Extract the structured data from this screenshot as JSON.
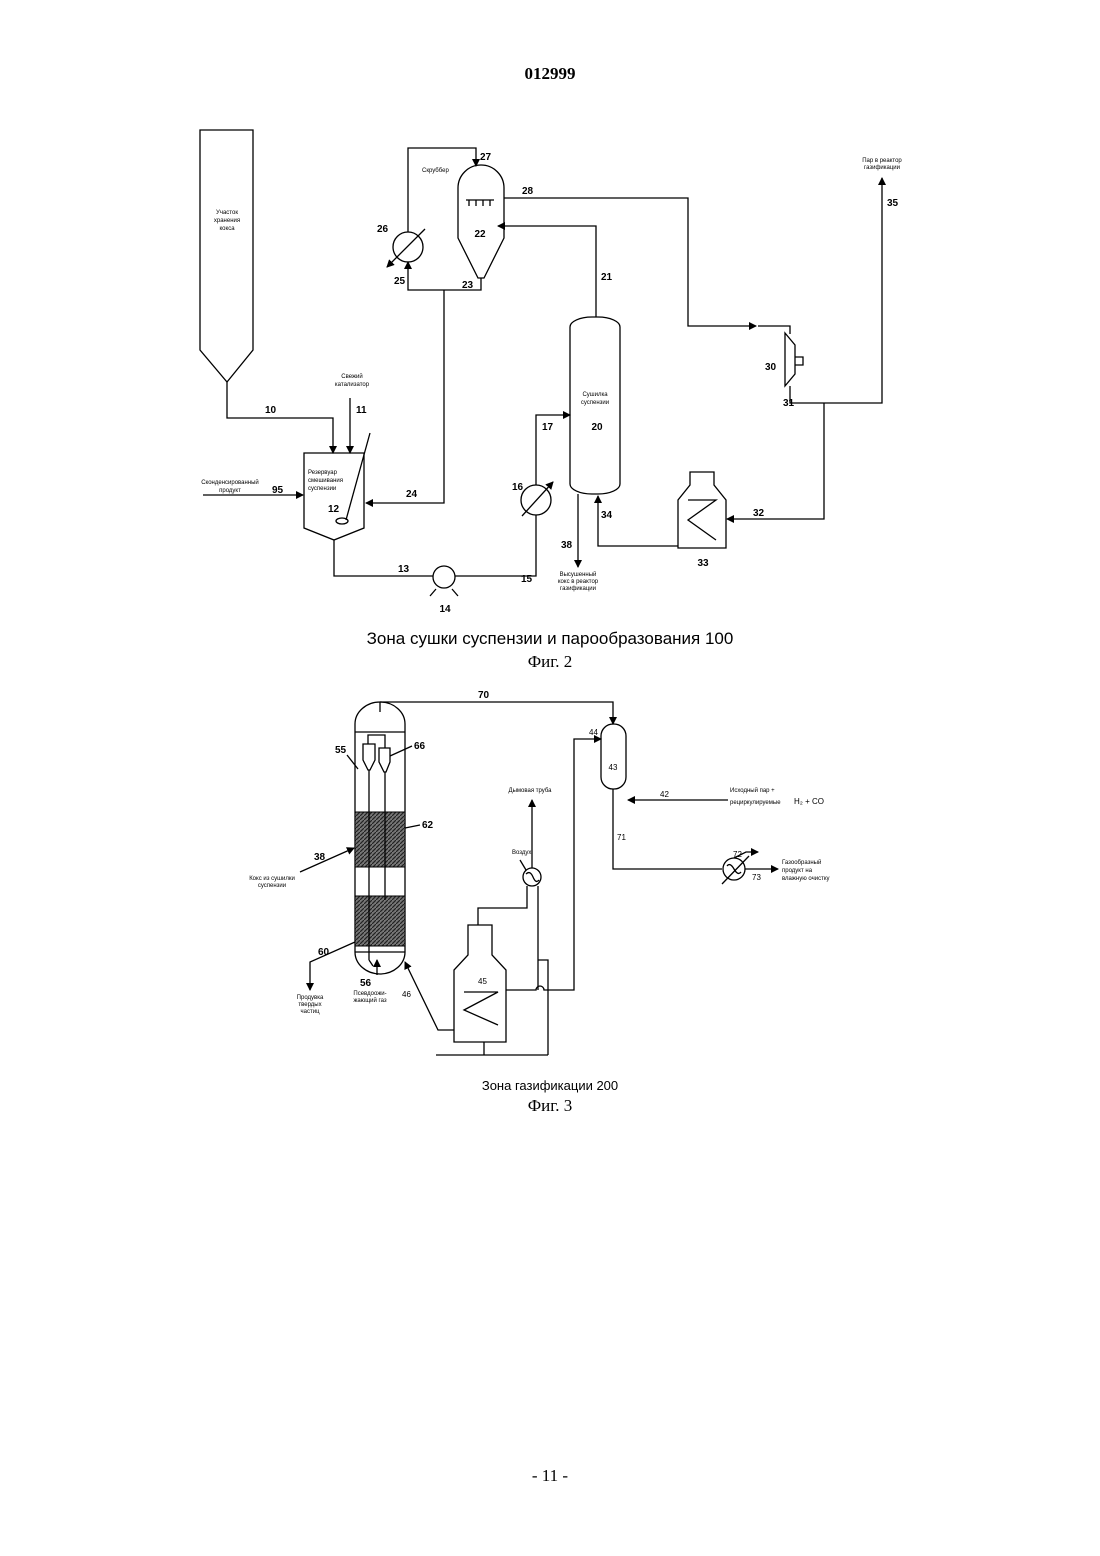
{
  "header": {
    "doc_number": "012999"
  },
  "footer": {
    "page_number": "- 11 -"
  },
  "fig2": {
    "caption": "Зона сушки суспензии и парообразования 100",
    "label": "Фиг. 2",
    "text": {
      "storage": [
        "Участок",
        "хранения",
        "кокса"
      ],
      "scrubber": "Скруббер",
      "fresh_catalyst": [
        "Свежий",
        "катализатор"
      ],
      "condensed_product": [
        "Сконденсированный",
        "продукт"
      ],
      "mixing_tank": [
        "Резервуар",
        "смешивания",
        "суспензии"
      ],
      "dryer": [
        "Сушилка",
        "суспензии"
      ],
      "steam_to_reactor": [
        "Пар в реактор",
        "газификации"
      ],
      "dried_coke": [
        "Высушенный",
        "кокс в реактор",
        "газификации"
      ]
    },
    "nums": {
      "n10": "10",
      "n11": "11",
      "n12": "12",
      "n13": "13",
      "n14": "14",
      "n15": "15",
      "n16": "16",
      "n17": "17",
      "n20": "20",
      "n21": "21",
      "n22": "22",
      "n23": "23",
      "n24": "24",
      "n25": "25",
      "n26": "26",
      "n27": "27",
      "n28": "28",
      "n30": "30",
      "n31": "31",
      "n32": "32",
      "n33": "33",
      "n34": "34",
      "n35": "35",
      "n38": "38",
      "n95": "95"
    }
  },
  "fig3": {
    "caption": "Зона газификации 200",
    "label": "Фиг. 3",
    "text": {
      "coke_from_dryer": [
        "Кокс из сушилки",
        "суспензии"
      ],
      "chimney": "Дымовая труба",
      "air": "Воздух",
      "feed_steam": "Исходный пар +",
      "recycled": "рециркулируемые",
      "h2co": "H₂ + CO",
      "gas_product": [
        "Газообразный",
        "продукт на",
        "влажную очистку"
      ],
      "purge": [
        "Продувка",
        "твердых",
        "частиц"
      ],
      "fluidizing_gas": [
        "Псевдоожи-",
        "жающий газ"
      ]
    },
    "nums": {
      "n38": "38",
      "n42": "42",
      "n43": "43",
      "n44": "44",
      "n45": "45",
      "n46": "46",
      "n55": "55",
      "n56": "56",
      "n60": "60",
      "n62": "62",
      "n66": "66",
      "n70": "70",
      "n71": "71",
      "n72": "72",
      "n73": "73"
    }
  }
}
